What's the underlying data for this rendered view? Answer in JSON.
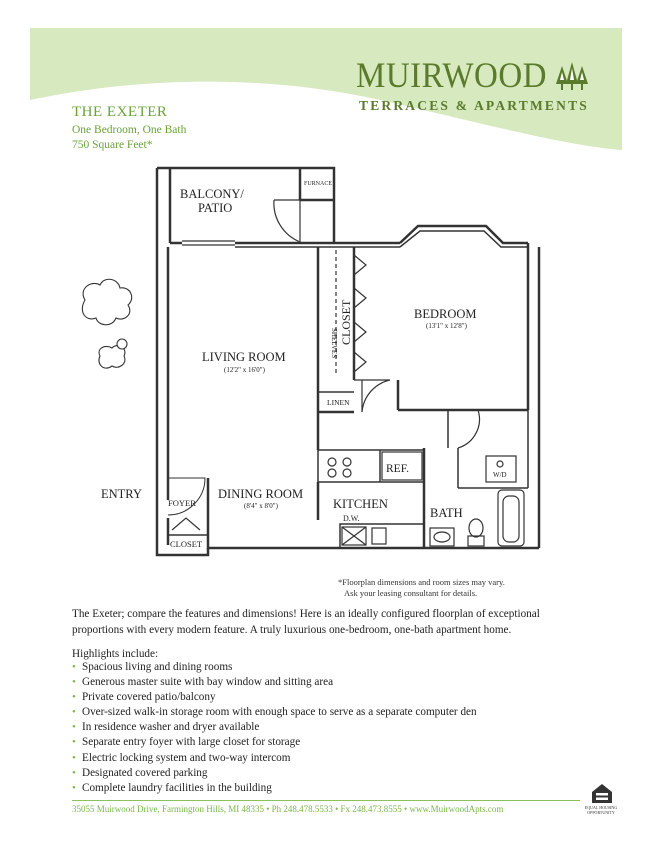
{
  "header": {
    "title": "THE EXETER",
    "subtitle": "One Bedroom,  One Bath",
    "size": "750 Square Feet*",
    "brand": "MUIRWOOD",
    "brand_sub": "TERRACES & APARTMENTS",
    "accent_color": "#7ab648"
  },
  "plan": {
    "balcony": "BALCONY/",
    "patio": "PATIO",
    "furnace": "FURNACE",
    "living": "LIVING ROOM",
    "living_dim": "(12'2\" x 16'0\")",
    "bedroom": "BEDROOM",
    "bedroom_dim": "(13'1\" x 12'8\")",
    "closet_vert": "CLOSET",
    "shelves": "SHELVES",
    "linen": "LINEN",
    "ref": "REF.",
    "wd": "W/D",
    "entry": "ENTRY",
    "foyer": "FOYER",
    "closet": "CLOSET",
    "dining": "DINING ROOM",
    "dining_dim": "(8'4\" x 8'0\")",
    "kitchen": "KITCHEN",
    "dw": "D.W.",
    "bath": "BATH"
  },
  "notes": {
    "line1": "*Floorplan dimensions and room sizes may vary.",
    "line2": "Ask your leasing consultant for details."
  },
  "description": "The Exeter; compare the features and dimensions! Here is an ideally configured floorplan of exceptional proportions with every modern feature. A truly luxurious one-bedroom, one-bath apartment home.",
  "highlights": {
    "title": "Highlights include:",
    "items": [
      "Spacious living and dining rooms",
      "Generous master suite with bay window and sitting area",
      "Private covered patio/balcony",
      "Over-sized walk-in storage room with enough space to serve as a separate computer den",
      "In residence washer and dryer available",
      "Separate entry foyer with large closet for storage",
      "Electric locking system and two-way intercom",
      "Designated covered parking",
      "Complete laundry facilities in the building"
    ]
  },
  "footer": "35055 Muirwood Drive, Farmington Hills, MI 48335  •  Ph 248.478.5533  •  Fx  248.473.8555  •  www.MuirwoodApts.com",
  "eho": {
    "line1": "EQUAL HOUSING",
    "line2": "OPPORTUNITY",
    "icon": "equal-housing-icon"
  }
}
